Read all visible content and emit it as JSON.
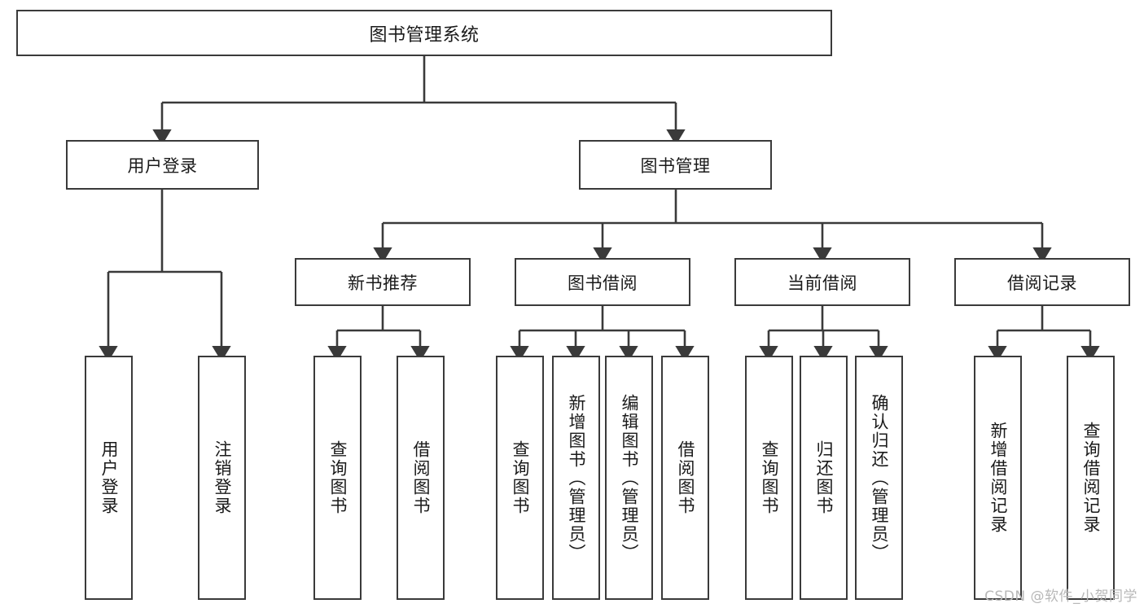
{
  "diagram": {
    "title": "图书管理系统",
    "watermark": "CSDN @软件_小贺同学",
    "stroke_color": "#3a3a3a",
    "text_color": "#1a1a1a",
    "background": "#ffffff"
  },
  "nodes": {
    "root": {
      "label": "图书管理系统"
    },
    "level2": [
      {
        "label": "用户登录"
      },
      {
        "label": "图书管理"
      }
    ],
    "level3": [
      {
        "label": "新书推荐"
      },
      {
        "label": "图书借阅"
      },
      {
        "label": "当前借阅"
      },
      {
        "label": "借阅记录"
      }
    ],
    "leaves_user_login": [
      {
        "label": "用户登录"
      },
      {
        "label": "注销登录"
      }
    ],
    "leaves_new_book": [
      {
        "label": "查询图书"
      },
      {
        "label": "借阅图书"
      }
    ],
    "leaves_borrow": [
      {
        "label": "查询图书"
      },
      {
        "label": "新增图书（管理员）"
      },
      {
        "label": "编辑图书（管理员）"
      },
      {
        "label": "借阅图书"
      }
    ],
    "leaves_current": [
      {
        "label": "查询图书"
      },
      {
        "label": "归还图书"
      },
      {
        "label": "确认归还（管理员）"
      }
    ],
    "leaves_records": [
      {
        "label": "新增借阅记录"
      },
      {
        "label": "查询借阅记录"
      }
    ]
  },
  "chart_data": {
    "type": "diagram",
    "layout": "top-down-tree",
    "title": "图书管理系统",
    "levels": 4,
    "tree": {
      "name": "图书管理系统",
      "children": [
        {
          "name": "用户登录",
          "children": [
            {
              "name": "用户登录"
            },
            {
              "name": "注销登录"
            }
          ]
        },
        {
          "name": "图书管理",
          "children": [
            {
              "name": "新书推荐",
              "children": [
                {
                  "name": "查询图书"
                },
                {
                  "name": "借阅图书"
                }
              ]
            },
            {
              "name": "图书借阅",
              "children": [
                {
                  "name": "查询图书"
                },
                {
                  "name": "新增图书（管理员）"
                },
                {
                  "name": "编辑图书（管理员）"
                },
                {
                  "name": "借阅图书"
                }
              ]
            },
            {
              "name": "当前借阅",
              "children": [
                {
                  "name": "查询图书"
                },
                {
                  "name": "归还图书"
                },
                {
                  "name": "确认归还（管理员）"
                }
              ]
            },
            {
              "name": "借阅记录",
              "children": [
                {
                  "name": "新增借阅记录"
                },
                {
                  "name": "查询借阅记录"
                }
              ]
            }
          ]
        }
      ]
    }
  }
}
